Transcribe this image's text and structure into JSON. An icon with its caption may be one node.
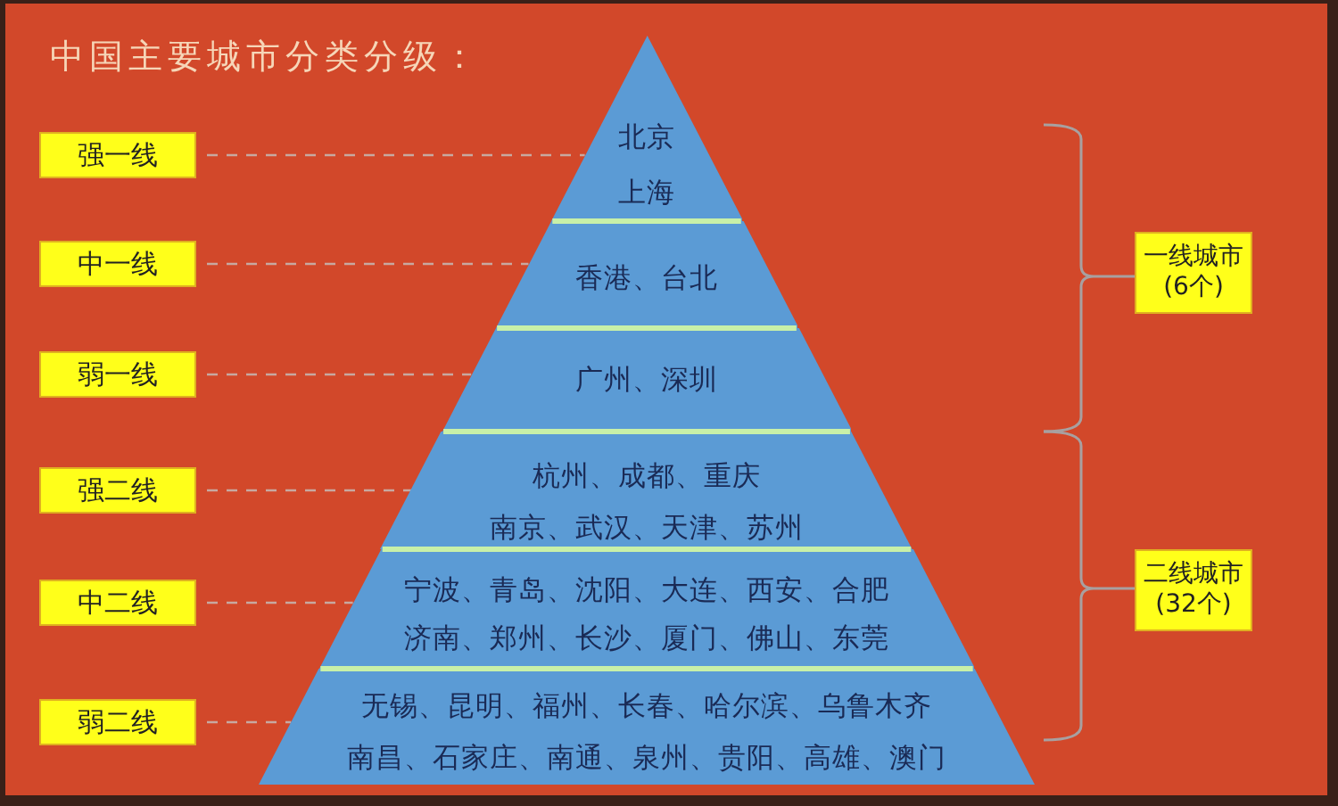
{
  "diagram": {
    "title": "中国主要城市分类分级：",
    "nodes": [
      {
        "text": [
          "强一线"
        ]
      },
      {
        "text": [
          "中一线"
        ]
      },
      {
        "text": [
          "弱一线"
        ]
      },
      {
        "text": [
          "强二线"
        ]
      },
      {
        "text": [
          "中二线"
        ]
      },
      {
        "text": [
          "弱二线"
        ]
      },
      {
        "text": [
          "北京",
          "上海"
        ]
      },
      {
        "text": [
          "香港、台北"
        ]
      },
      {
        "text": [
          "广州、深圳"
        ]
      },
      {
        "text": [
          "杭州、成都、重庆",
          "南京、武汉、天津、苏州"
        ]
      },
      {
        "text": [
          "宁波、青岛、沈阳、大连、西安、合肥",
          "济南、郑州、长沙、厦门、佛山、东莞"
        ]
      },
      {
        "text": [
          "无锡、昆明、福州、长春、哈尔滨、乌鲁木齐",
          "南昌、石家庄、南通、泉州、贵阳、高雄、澳门"
        ]
      },
      {
        "text": [
          "一线城市",
          "(6个)"
        ]
      },
      {
        "text": [
          "二线城市",
          "(32个)"
        ]
      }
    ],
    "edges": [
      {
        "from": 0,
        "to": 6,
        "arrow": "none",
        "style": "dashed"
      },
      {
        "from": 1,
        "to": 7,
        "arrow": "none",
        "style": "dashed"
      },
      {
        "from": 2,
        "to": 8,
        "arrow": "none",
        "style": "dashed"
      },
      {
        "from": 3,
        "to": 9,
        "arrow": "none",
        "style": "dashed"
      },
      {
        "from": 4,
        "to": 10,
        "arrow": "none",
        "style": "dashed"
      },
      {
        "from": 5,
        "to": 11,
        "arrow": "none",
        "style": "dashed"
      }
    ]
  }
}
